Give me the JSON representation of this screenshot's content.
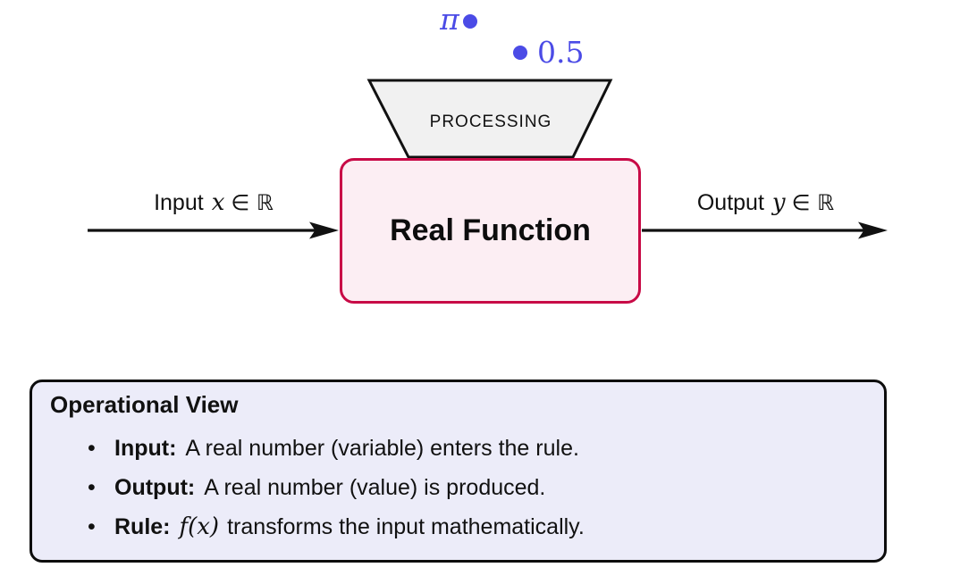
{
  "diagram": {
    "falling_values": [
      {
        "label": "π"
      },
      {
        "label": "0.5"
      }
    ],
    "funnel_label": "PROCESSING",
    "machine_label": "Real Function",
    "input_label": {
      "word": "Input",
      "var": "x",
      "set": "∈ ℝ"
    },
    "output_label": {
      "word": "Output",
      "var": "y",
      "set": "∈ ℝ"
    },
    "colors": {
      "value_blue": "#4b4be6",
      "machine_border": "#c80a46",
      "machine_fill": "#fceef3",
      "funnel_fill": "#f1f1f1",
      "panel_fill": "#ececf9"
    }
  },
  "panel": {
    "title": "Operational View",
    "bullet_glyph": "•",
    "items": [
      {
        "term": "Input:",
        "text": "A real number (variable) enters the rule."
      },
      {
        "term": "Output:",
        "text": "A real number (value) is produced."
      },
      {
        "term": "Rule:",
        "math": "f(x)",
        "text": "transforms the input mathematically."
      }
    ]
  }
}
